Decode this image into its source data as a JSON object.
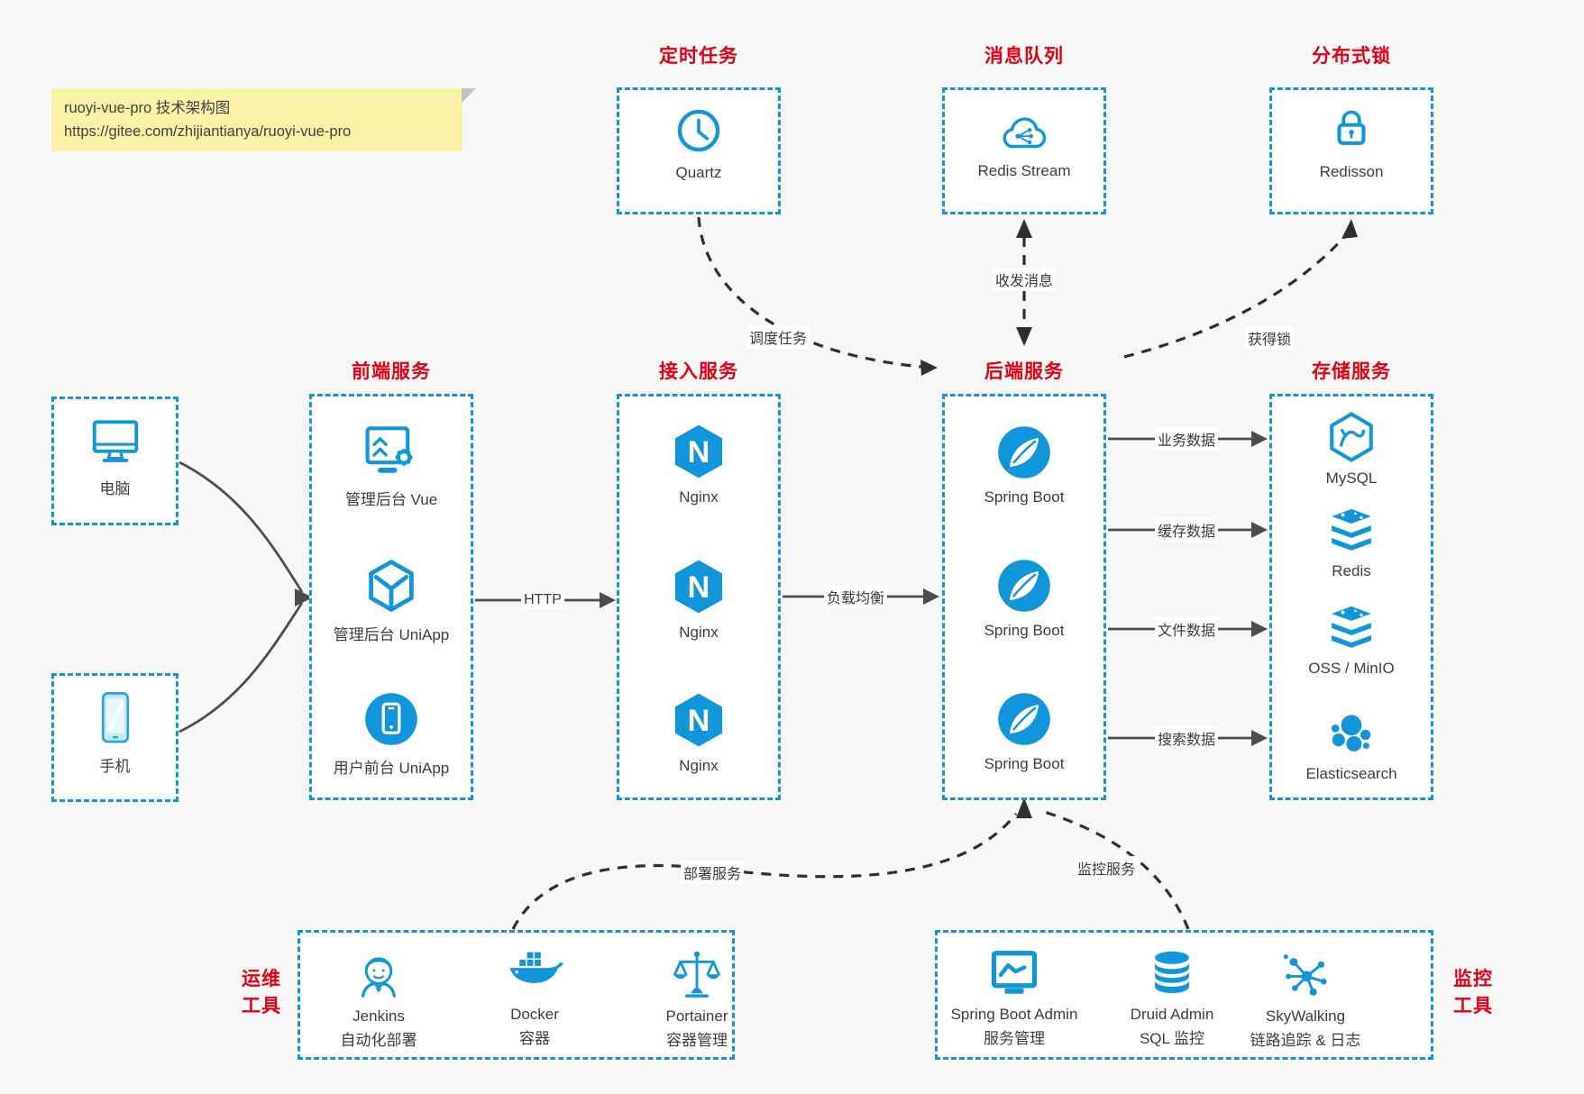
{
  "note": {
    "line1": "ruoyi-vue-pro 技术架构图",
    "line2": "https://gitee.com/zhijiantianya/ruoyi-vue-pro"
  },
  "colors": {
    "accent_blue": "#1296db",
    "title_red": "#e60013",
    "background": "#f7f7f7",
    "connector_dark": "#2f2f2f"
  },
  "top_groups": [
    {
      "title": "定时任务",
      "item": {
        "label": "Quartz",
        "icon": "clock-icon"
      }
    },
    {
      "title": "消息队列",
      "item": {
        "label": "Redis Stream",
        "icon": "cloud-stream-icon"
      }
    },
    {
      "title": "分布式锁",
      "item": {
        "label": "Redisson",
        "icon": "lock-icon"
      }
    }
  ],
  "clients": [
    {
      "label": "电脑",
      "icon": "desktop-icon"
    },
    {
      "label": "手机",
      "icon": "phone-icon"
    }
  ],
  "columns": [
    {
      "title": "前端服务",
      "items": [
        {
          "label": "管理后台 Vue",
          "icon": "admin-vue-icon"
        },
        {
          "label": "管理后台 UniApp",
          "icon": "uniapp-cube-icon"
        },
        {
          "label": "用户前台 UniApp",
          "icon": "user-app-icon"
        }
      ]
    },
    {
      "title": "接入服务",
      "items": [
        {
          "label": "Nginx",
          "icon": "nginx-icon"
        },
        {
          "label": "Nginx",
          "icon": "nginx-icon"
        },
        {
          "label": "Nginx",
          "icon": "nginx-icon"
        }
      ]
    },
    {
      "title": "后端服务",
      "items": [
        {
          "label": "Spring Boot",
          "icon": "spring-icon"
        },
        {
          "label": "Spring Boot",
          "icon": "spring-icon"
        },
        {
          "label": "Spring Boot",
          "icon": "spring-icon"
        }
      ]
    },
    {
      "title": "存储服务",
      "items": [
        {
          "label": "MySQL",
          "icon": "mysql-icon"
        },
        {
          "label": "Redis",
          "icon": "redis-stack-icon"
        },
        {
          "label": "OSS / MinIO",
          "icon": "oss-minio-icon"
        },
        {
          "label": "Elasticsearch",
          "icon": "elasticsearch-icon"
        }
      ]
    }
  ],
  "bottom_groups": [
    {
      "title_lines": [
        "运维",
        "工具"
      ],
      "items": [
        {
          "name": "Jenkins",
          "desc": "自动化部署",
          "icon": "jenkins-icon"
        },
        {
          "name": "Docker",
          "desc": "容器",
          "icon": "docker-icon"
        },
        {
          "name": "Portainer",
          "desc": "容器管理",
          "icon": "portainer-icon"
        }
      ]
    },
    {
      "title_lines": [
        "监控",
        "工具"
      ],
      "items": [
        {
          "name": "Spring Boot Admin",
          "desc": "服务管理",
          "icon": "spring-boot-admin-icon"
        },
        {
          "name": "Druid Admin",
          "desc": "SQL 监控",
          "icon": "druid-icon"
        },
        {
          "name": "SkyWalking",
          "desc": "链路追踪 & 日志",
          "icon": "skywalking-icon"
        }
      ]
    }
  ],
  "edges": {
    "http": "HTTP",
    "load_balance": "负载均衡",
    "schedule_task": "调度任务",
    "send_receive_message": "收发消息",
    "acquire_lock": "获得锁",
    "business_data": "业务数据",
    "cache_data": "缓存数据",
    "file_data": "文件数据",
    "search_data": "搜索数据",
    "deploy_service": "部署服务",
    "monitor_service": "监控服务"
  },
  "icons": {
    "nginx_letter": "N"
  }
}
